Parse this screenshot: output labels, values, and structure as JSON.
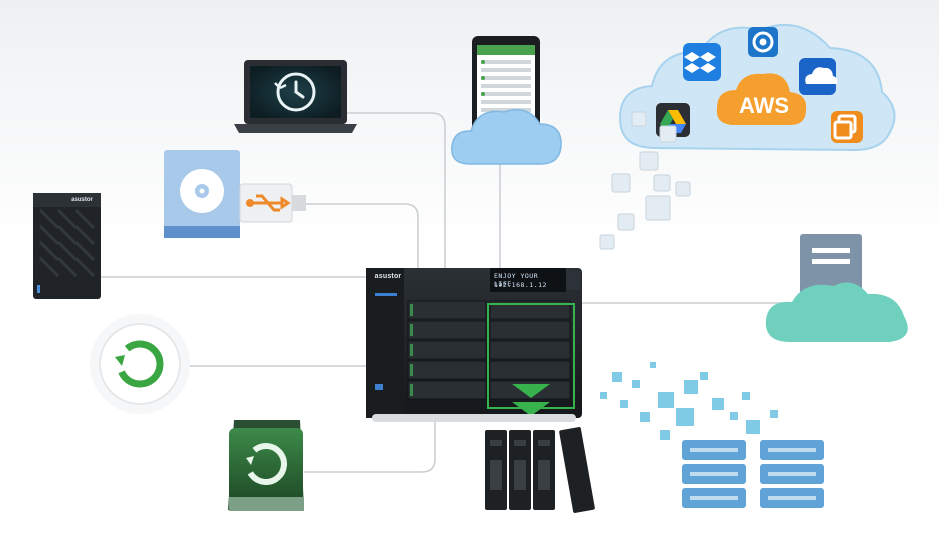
{
  "nas": {
    "brand": "asustor",
    "lcd_line_1": "ENJOY YOUR LIFE",
    "lcd_line_2": "192.168.1.12"
  },
  "small_nas": {
    "brand": "asustor"
  },
  "cloud_services": {
    "aws_label": "AWS",
    "icons": [
      "dropbox-icon",
      "backup-refresh-icon",
      "google-drive-icon",
      "onedrive-icon",
      "copy-icon"
    ]
  },
  "nodes": [
    "laptop-time-machine",
    "smartphone",
    "disc-drive",
    "usb-drive",
    "small-nas",
    "sync-ring",
    "external-drive",
    "drive-trays",
    "storage-racks",
    "server-cloud",
    "public-cloud"
  ],
  "colors": {
    "connector": "#c9cdd2",
    "cloud_blue": "#a8d3ee",
    "cloud_teal": "#6fd1bd",
    "aws_orange": "#f39c2a",
    "highlight_green": "#37b24d",
    "nas_body": "#1f2326",
    "storage_blue": "#5fa3d7"
  }
}
